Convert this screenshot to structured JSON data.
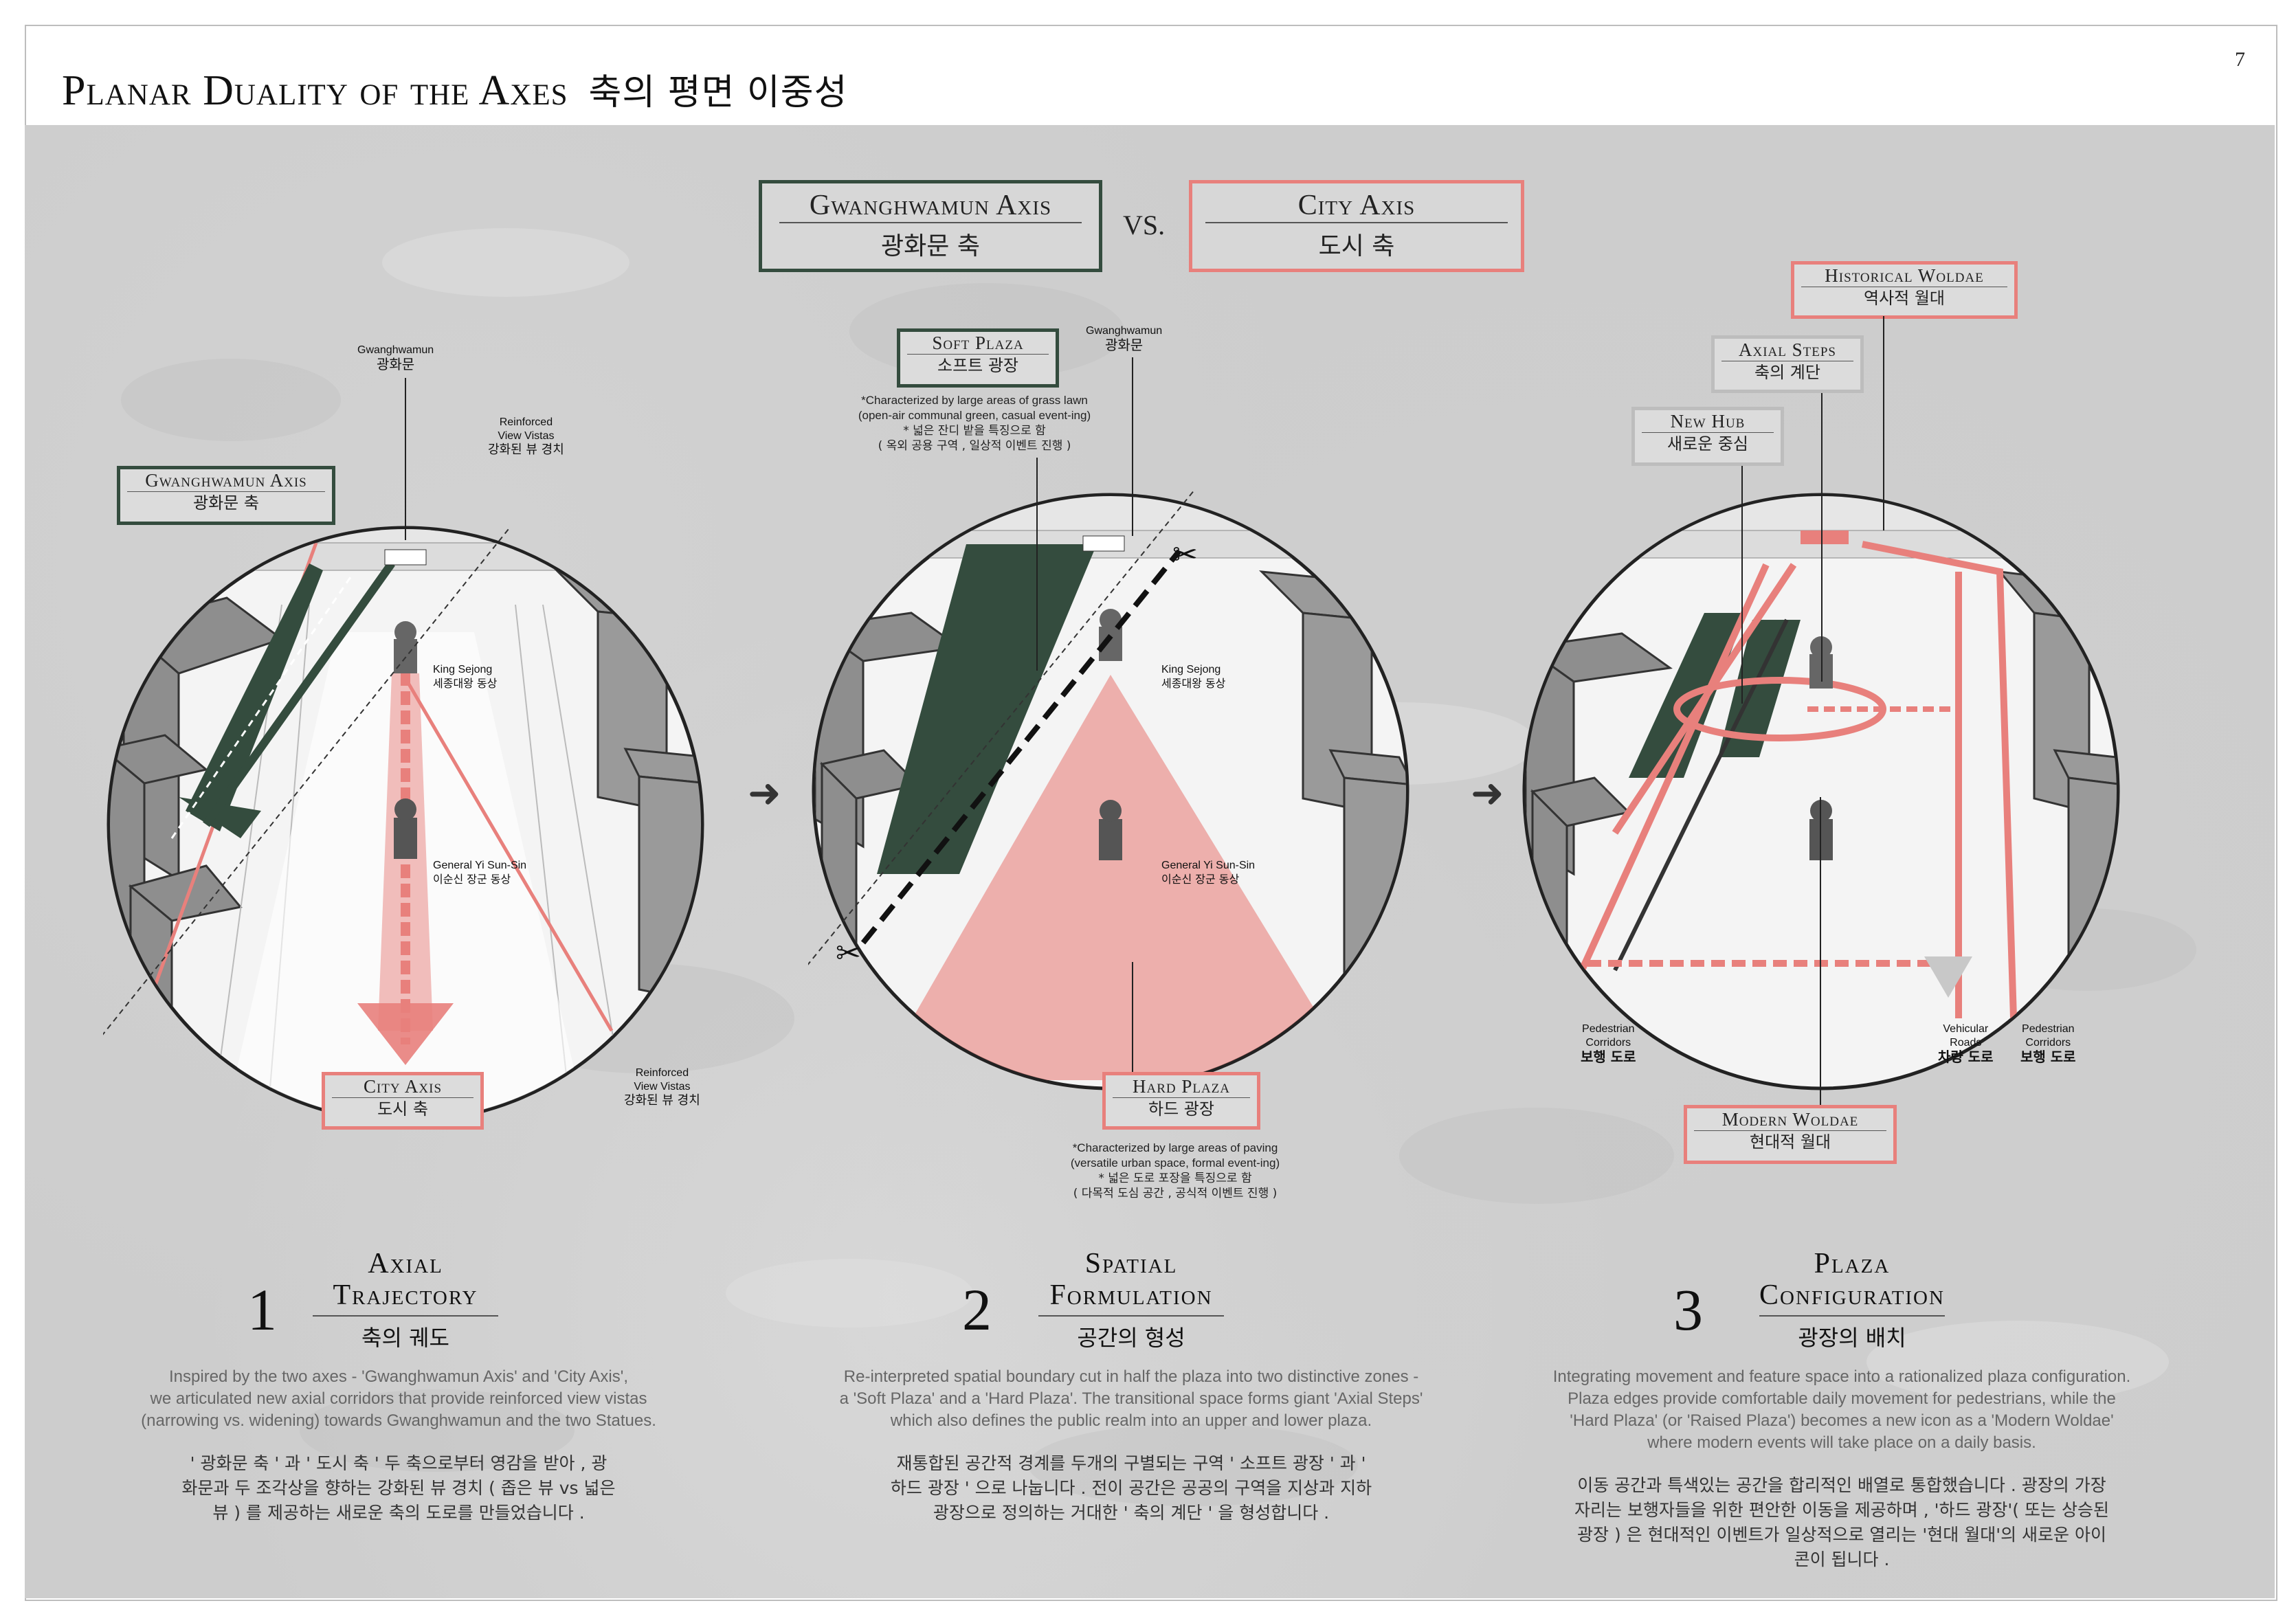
{
  "page": {
    "title_en": "Planar Duality of the Axes",
    "title_ko": "축의 평면 이중성",
    "page_number": "7"
  },
  "header": {
    "gwanghwamun_en": "Gwanghwamun Axis",
    "gwanghwamun_ko": "광화문 축",
    "vs": "VS.",
    "city_en": "City Axis",
    "city_ko": "도시 축"
  },
  "colors": {
    "green": "#344c3e",
    "pink": "#e8807c",
    "stone": "#cdcdcd"
  },
  "panel1": {
    "gwanghwamun_en": "Gwanghwamun",
    "gwanghwamun_ko": "광화문",
    "vistas_en_1": "Reinforced",
    "vistas_en_2": "View Vistas",
    "vistas_ko": "강화된 뷰 경치",
    "gw_axis_en": "Gwanghwamun Axis",
    "gw_axis_ko": "광화문 축",
    "king_en": "King Sejong",
    "king_ko": "세종대왕 동상",
    "general_en": "General Yi Sun-Sin",
    "general_ko": "이순신 장군 동상",
    "city_axis_en": "City Axis",
    "city_axis_ko": "도시 축",
    "vistas2_en_1": "Reinforced",
    "vistas2_en_2": "View Vistas",
    "vistas2_ko": "강화된 뷰 경치"
  },
  "panel2": {
    "soft_en": "Soft Plaza",
    "soft_ko": "소프트 광장",
    "soft_note_1": "*Characterized by large areas of grass lawn",
    "soft_note_2": "(open-air communal green, casual event-ing)",
    "soft_note_ko_1": "* 넓은 잔디 밭을 특징으로 함",
    "soft_note_ko_2": "( 옥외 공용 구역 , 일상적 이벤트 진행 )",
    "gwanghwamun_en": "Gwanghwamun",
    "gwanghwamun_ko": "광화문",
    "king_en": "King Sejong",
    "king_ko": "세종대왕 동상",
    "general_en": "General Yi Sun-Sin",
    "general_ko": "이순신 장군 동상",
    "hard_en": "Hard Plaza",
    "hard_ko": "하드 광장",
    "hard_note_1": "*Characterized by large areas of paving",
    "hard_note_2": "(versatile urban space, formal event-ing)",
    "hard_note_ko_1": "* 넓은 도로 포장을 특징으로 함",
    "hard_note_ko_2": "( 다목적 도심 공간 , 공식적 이벤트 진행 )"
  },
  "panel3": {
    "historical_en": "Historical Woldae",
    "historical_ko": "역사적 월대",
    "steps_en": "Axial Steps",
    "steps_ko": "축의 계단",
    "hub_en": "New Hub",
    "hub_ko": "새로운 중심",
    "ped_l_en_1": "Pedestrian",
    "ped_l_en_2": "Corridors",
    "ped_l_ko": "보행 도로",
    "veh_en_1": "Vehicular",
    "veh_en_2": "Roads",
    "veh_ko": "차량 도로",
    "ped_r_en_1": "Pedestrian",
    "ped_r_en_2": "Corridors",
    "ped_r_ko": "보행 도로",
    "modern_en": "Modern Woldae",
    "modern_ko": "현대적 월대"
  },
  "steps": [
    {
      "num": "1",
      "en1": "Axial",
      "en2": "Trajectory",
      "ko": "축의 궤도",
      "para_en": [
        "Inspired by the two axes - 'Gwanghwamun Axis' and 'City Axis',",
        "we articulated new axial corridors that provide reinforced view vistas",
        "(narrowing vs. widening)  towards Gwanghwamun and the two Statues."
      ],
      "para_ko": [
        "' 광화문 축 ' 과 ' 도시 축 ' 두 축으로부터 영감을 받아 ,  광",
        "화문과 두 조각상을 향하는 강화된 뷰 경치 ( 좁은 뷰 vs 넓은",
        "뷰 ) 를 제공하는 새로운 축의 도로를 만들었습니다 ."
      ]
    },
    {
      "num": "2",
      "en1": "Spatial",
      "en2": "Formulation",
      "ko": "공간의 형성",
      "para_en": [
        "Re-interpreted spatial boundary cut in half the plaza into two distinctive zones -",
        "a 'Soft Plaza' and a 'Hard Plaza'. The transitional space forms giant 'Axial Steps'",
        "which also defines the public realm into an upper and lower plaza."
      ],
      "para_ko": [
        "재통합된 공간적 경계를 두개의 구별되는 구역 ' 소프트 광장 ' 과 '",
        "하드 광장 ' 으로 나눕니다 . 전이 공간은 공공의 구역을 지상과 지하",
        "광장으로 정의하는 거대한 ' 축의 계단 ' 을 형성합니다 ."
      ]
    },
    {
      "num": "3",
      "en1": "Plaza",
      "en2": "Configuration",
      "ko": "광장의 배치",
      "para_en": [
        "Integrating movement and feature space into a rationalized plaza configuration.",
        "Plaza edges provide comfortable daily movement for pedestrians, while the",
        "'Hard Plaza' (or 'Raised Plaza') becomes a new icon as a 'Modern Woldae'",
        "where modern events will take place on a daily basis."
      ],
      "para_ko": [
        "이동 공간과 특색있는 공간을 합리적인 배열로 통합했습니다 . 광장의 가장",
        "자리는 보행자들을 위한 편안한 이동을 제공하며 , '하드 광장'( 또는 상승된",
        "광장 ) 은 현대적인 이벤트가 일상적으로 열리는 '현대 월대'의 새로운 아이",
        "콘이 됩니다 ."
      ]
    }
  ]
}
